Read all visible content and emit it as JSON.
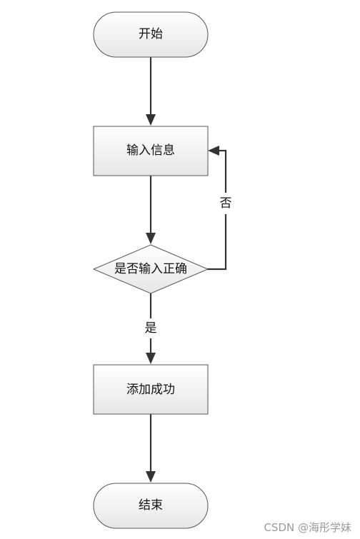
{
  "colors": {
    "node_fill_top": "#ffffff",
    "node_fill_bottom": "#e6e6e6",
    "border": "#555555",
    "edge": "#333333",
    "text": "#111111",
    "watermark": "#9a9a9a"
  },
  "nodes": {
    "start": {
      "label": "开始",
      "shape": "terminator"
    },
    "input": {
      "label": "输入信息",
      "shape": "process"
    },
    "check": {
      "label": "是否输入正确",
      "shape": "decision"
    },
    "success": {
      "label": "添加成功",
      "shape": "process"
    },
    "end": {
      "label": "结束",
      "shape": "terminator"
    }
  },
  "edges": {
    "start_to_input": {
      "from": "开始",
      "to": "输入信息",
      "label": ""
    },
    "input_to_check": {
      "from": "输入信息",
      "to": "是否输入正确",
      "label": ""
    },
    "check_no": {
      "from": "是否输入正确",
      "to": "输入信息",
      "label": "否"
    },
    "check_yes": {
      "from": "是否输入正确",
      "to": "添加成功",
      "label": "是"
    },
    "success_to_end": {
      "from": "添加成功",
      "to": "结束",
      "label": ""
    }
  },
  "watermark": "CSDN @海彤学妹"
}
